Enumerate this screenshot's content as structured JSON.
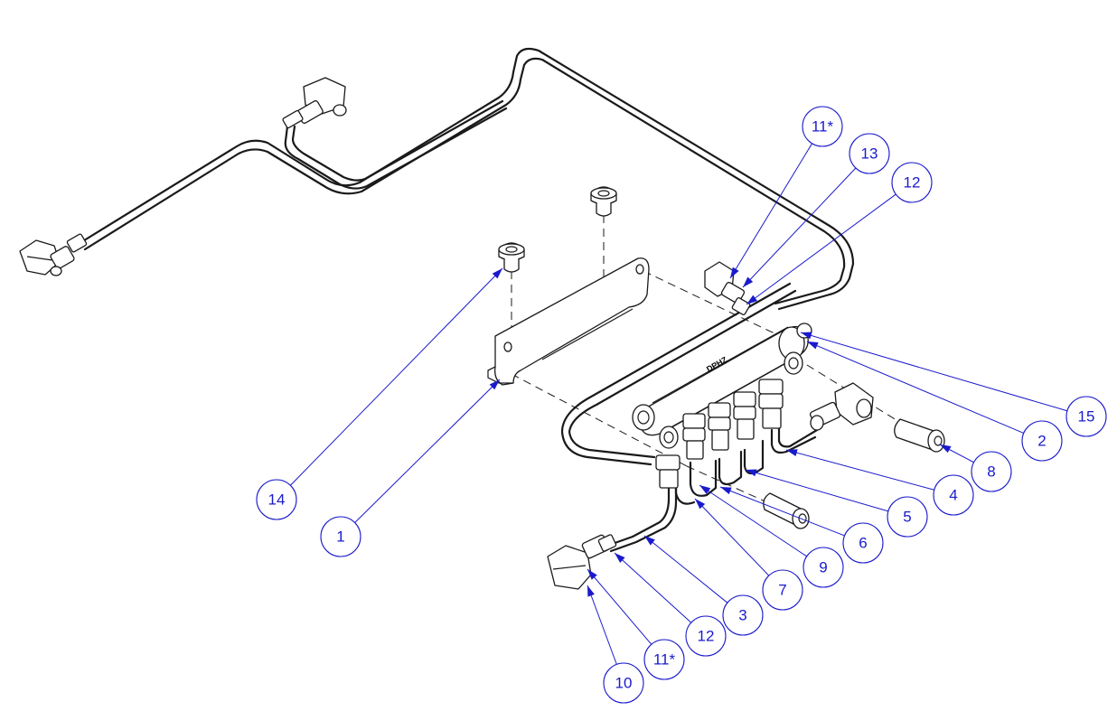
{
  "colors": {
    "callout": "#1a1acc",
    "line": "#1a1a1a",
    "background": "#ffffff"
  },
  "manifold_stamp": "DPHZ",
  "callouts": [
    {
      "id": "c1",
      "label": "1"
    },
    {
      "id": "c2",
      "label": "2"
    },
    {
      "id": "c3",
      "label": "3"
    },
    {
      "id": "c4",
      "label": "4"
    },
    {
      "id": "c5",
      "label": "5"
    },
    {
      "id": "c6",
      "label": "6"
    },
    {
      "id": "c7",
      "label": "7"
    },
    {
      "id": "c8",
      "label": "8"
    },
    {
      "id": "c9",
      "label": "9"
    },
    {
      "id": "c10",
      "label": "10"
    },
    {
      "id": "c11a",
      "label": "11*"
    },
    {
      "id": "c11b",
      "label": "11*"
    },
    {
      "id": "c12a",
      "label": "12"
    },
    {
      "id": "c12b",
      "label": "12"
    },
    {
      "id": "c13",
      "label": "13"
    },
    {
      "id": "c14",
      "label": "14"
    },
    {
      "id": "c15",
      "label": "15"
    }
  ]
}
